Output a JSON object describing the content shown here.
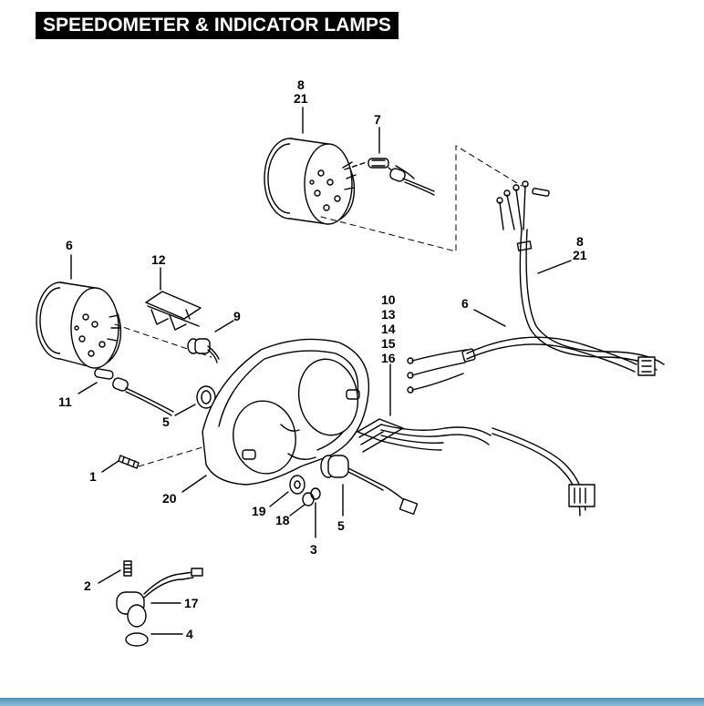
{
  "title": "SPEEDOMETER & INDICATOR LAMPS",
  "callouts": {
    "c8_top": "8",
    "c21_top": "21",
    "c7": "7",
    "c6_left": "6",
    "c12": "12",
    "c9": "9",
    "c11": "11",
    "c5_mid": "5",
    "c1": "1",
    "c20": "20",
    "c19": "19",
    "c18": "18",
    "c3": "3",
    "c5_low": "5",
    "c10": "10",
    "c13": "13",
    "c14": "14",
    "c15": "15",
    "c16": "16",
    "c6_right": "6",
    "c8_right": "8",
    "c21_right": "21",
    "c2": "2",
    "c17": "17",
    "c4": "4"
  }
}
